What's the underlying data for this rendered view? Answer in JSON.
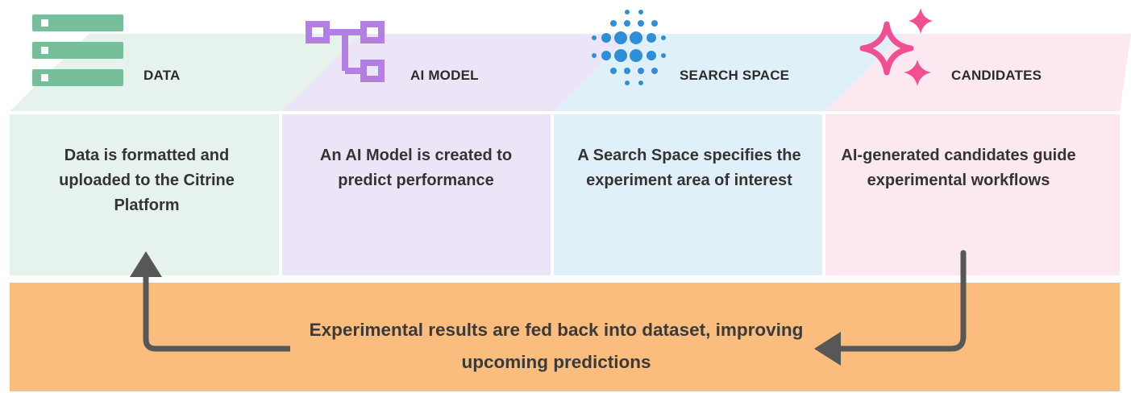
{
  "steps": [
    {
      "title": "DATA",
      "description": "Data is formatted and uploaded to the Citrine Platform",
      "icon": "database-server-icon",
      "color": "#e6f3ec",
      "accent": "#76bf9a"
    },
    {
      "title": "AI MODEL",
      "description": "An AI Model is created to predict performance",
      "icon": "hierarchy-network-icon",
      "color": "#ece4f7",
      "accent": "#b47fe3"
    },
    {
      "title": "SEARCH SPACE",
      "description": "A Search Space specifies the experiment area of interest",
      "icon": "dot-grid-sphere-icon",
      "color": "#dff0f9",
      "accent": "#2f8ed8"
    },
    {
      "title": "CANDIDATES",
      "description": "AI-generated candidates guide experimental workflows",
      "icon": "sparkles-icon",
      "color": "#fbe8f0",
      "accent": "#f24f93"
    }
  ],
  "feedback": {
    "text": "Experimental results are fed back into dataset, improving upcoming predictions",
    "color": "#fbbd7e"
  },
  "arrow_color": "#575757"
}
